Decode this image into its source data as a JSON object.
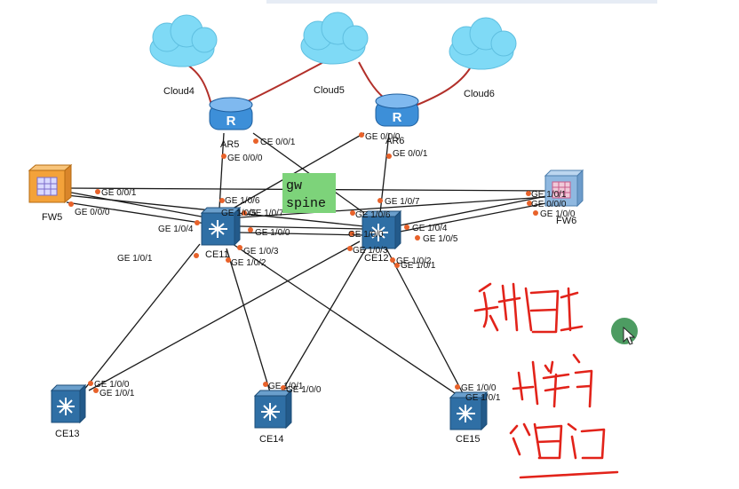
{
  "devices": {
    "cloud4": {
      "label": "Cloud4"
    },
    "cloud5": {
      "label": "Cloud5"
    },
    "cloud6": {
      "label": "Cloud6"
    },
    "ar5": {
      "label": "AR5"
    },
    "ar6": {
      "label": "AR6"
    },
    "fw5": {
      "label": "FW5"
    },
    "fw6": {
      "label": "FW6"
    },
    "ce11": {
      "label": "CE11"
    },
    "ce12": {
      "label": "CE12"
    },
    "ce13": {
      "label": "CE13"
    },
    "ce14": {
      "label": "CE14"
    },
    "ce15": {
      "label": "CE15"
    }
  },
  "note": {
    "line1": "gw",
    "line2": "spine"
  },
  "ports": [
    "GE 0/0/1",
    "GE 0/0/0",
    "GE 0/0/0",
    "GE 0/0/1",
    "GE 1/0/6",
    "GE 1/0/5",
    "GE 1/0/7",
    "GE 1/0/4",
    "GE 1/0/0",
    "GE 1/0/3",
    "GE 1/0/2",
    "GE 1/0/1",
    "GE 1/0/7",
    "GE 1/0/6",
    "GE 1/0/0",
    "GE 1/0/4",
    "GE 1/0/5",
    "GE 1/0/3",
    "GE 1/0/2",
    "GE 1/0/1",
    "GE 1/0/0",
    "GE 1/0/1",
    "GE 1/0/1",
    "GE 1/0/0",
    "GE 1/0/0",
    "GE 1/0/1",
    "GE 0/0/1",
    "GE 0/0/0",
    "GE 1/0/1",
    "GE 0/0/0",
    "GE 1/0/0"
  ],
  "colors": {
    "link": "#1a1a1a",
    "port_dot": "#e8622a",
    "cloud_link": "#b2302a",
    "note_bg": "#7dd37a",
    "cloud_fill": "#7fdaf6",
    "switch_fill": "#2f6fa5",
    "router_fill": "#3d8fd8",
    "fw_fill": "#f3a23a",
    "fw6_fill": "#8fb8e0",
    "ink": "#e2231a"
  },
  "icons": [
    "cloud-icon",
    "router-icon",
    "firewall-icon",
    "switch-icon"
  ]
}
